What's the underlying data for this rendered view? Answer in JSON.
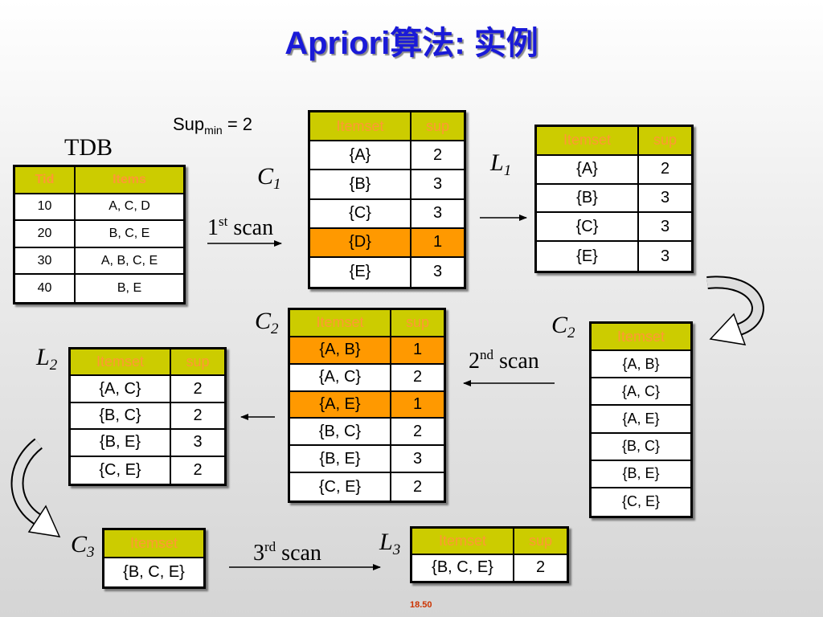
{
  "title": "Apriori算法: 实例",
  "sup_min": {
    "base": "Sup",
    "sub": "min",
    "value": " = 2"
  },
  "tdb_label": "TDB",
  "set_labels": {
    "c1": {
      "letter": "C",
      "index": "1"
    },
    "l1": {
      "letter": "L",
      "index": "1"
    },
    "c2_candidates": {
      "letter": "C",
      "index": "2"
    },
    "c2_counted": {
      "letter": "C",
      "index": "2"
    },
    "l2": {
      "letter": "L",
      "index": "2"
    },
    "c3": {
      "letter": "C",
      "index": "3"
    },
    "l3": {
      "letter": "L",
      "index": "3"
    }
  },
  "scans": {
    "first": {
      "ordinal": "1",
      "suffix": "st",
      "word": " scan"
    },
    "second": {
      "ordinal": "2",
      "suffix": "nd",
      "word": " scan"
    },
    "third": {
      "ordinal": "3",
      "suffix": "rd",
      "word": " scan"
    }
  },
  "tables": {
    "tdb": {
      "headers": [
        "Tid",
        "Items"
      ],
      "rows": [
        {
          "cells": [
            "10",
            "A, C, D"
          ]
        },
        {
          "cells": [
            "20",
            "B, C, E"
          ]
        },
        {
          "cells": [
            "30",
            "A, B, C, E"
          ]
        },
        {
          "cells": [
            "40",
            "B, E"
          ]
        }
      ]
    },
    "c1": {
      "headers": [
        "Itemset",
        "sup"
      ],
      "rows": [
        {
          "cells": [
            "{A}",
            "2"
          ]
        },
        {
          "cells": [
            "{B}",
            "3"
          ]
        },
        {
          "cells": [
            "{C}",
            "3"
          ]
        },
        {
          "cells": [
            "{D}",
            "1"
          ],
          "highlight": true
        },
        {
          "cells": [
            "{E}",
            "3"
          ]
        }
      ]
    },
    "l1": {
      "headers": [
        "Itemset",
        "sup"
      ],
      "rows": [
        {
          "cells": [
            "{A}",
            "2"
          ]
        },
        {
          "cells": [
            "{B}",
            "3"
          ]
        },
        {
          "cells": [
            "{C}",
            "3"
          ]
        },
        {
          "cells": [
            "{E}",
            "3"
          ]
        }
      ]
    },
    "c2_candidates": {
      "headers": [
        "Itemset"
      ],
      "rows": [
        {
          "cells": [
            "{A, B}"
          ]
        },
        {
          "cells": [
            "{A, C}"
          ]
        },
        {
          "cells": [
            "{A, E}"
          ]
        },
        {
          "cells": [
            "{B, C}"
          ]
        },
        {
          "cells": [
            "{B, E}"
          ]
        },
        {
          "cells": [
            "{C, E}"
          ]
        }
      ]
    },
    "c2_counted": {
      "headers": [
        "Itemset",
        "sup"
      ],
      "rows": [
        {
          "cells": [
            "{A, B}",
            "1"
          ],
          "highlight": true
        },
        {
          "cells": [
            "{A, C}",
            "2"
          ]
        },
        {
          "cells": [
            "{A, E}",
            "1"
          ],
          "highlight": true
        },
        {
          "cells": [
            "{B, C}",
            "2"
          ]
        },
        {
          "cells": [
            "{B, E}",
            "3"
          ]
        },
        {
          "cells": [
            "{C, E}",
            "2"
          ]
        }
      ]
    },
    "l2": {
      "headers": [
        "Itemset",
        "sup"
      ],
      "rows": [
        {
          "cells": [
            "{A, C}",
            "2"
          ]
        },
        {
          "cells": [
            "{B, C}",
            "2"
          ]
        },
        {
          "cells": [
            "{B, E}",
            "3"
          ]
        },
        {
          "cells": [
            "{C, E}",
            "2"
          ]
        }
      ]
    },
    "c3": {
      "headers": [
        "Itemset"
      ],
      "rows": [
        {
          "cells": [
            "{B, C, E}"
          ]
        }
      ]
    },
    "l3": {
      "headers": [
        "Itemset",
        "sup"
      ],
      "rows": [
        {
          "cells": [
            "{B, C, E}",
            "2"
          ]
        }
      ]
    }
  },
  "colors": {
    "title": "#1a1ad8",
    "header_bg": "#cccc00",
    "header_text": "#ff9933",
    "highlight_row": "#ff9900",
    "page_number": "#cc3300"
  },
  "page_number": "18.50"
}
